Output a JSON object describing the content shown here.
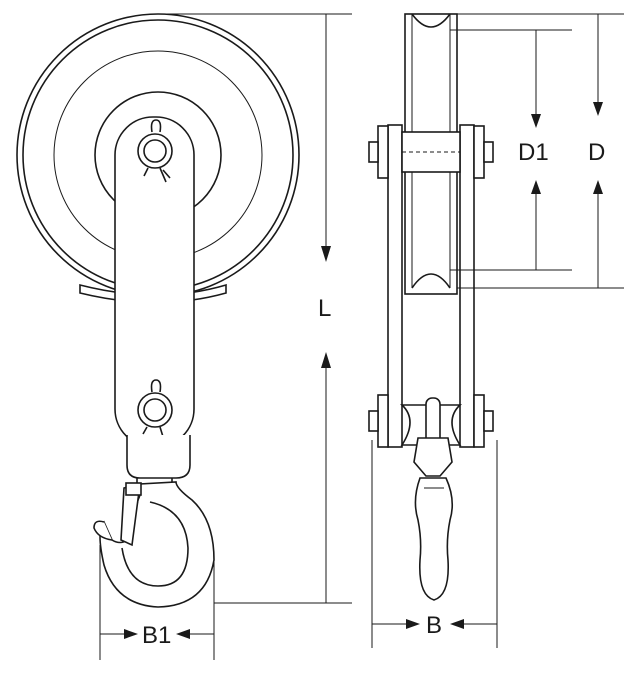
{
  "labels": {
    "L": "L",
    "D1": "D1",
    "D": "D",
    "B1": "B1",
    "B": "B"
  }
}
